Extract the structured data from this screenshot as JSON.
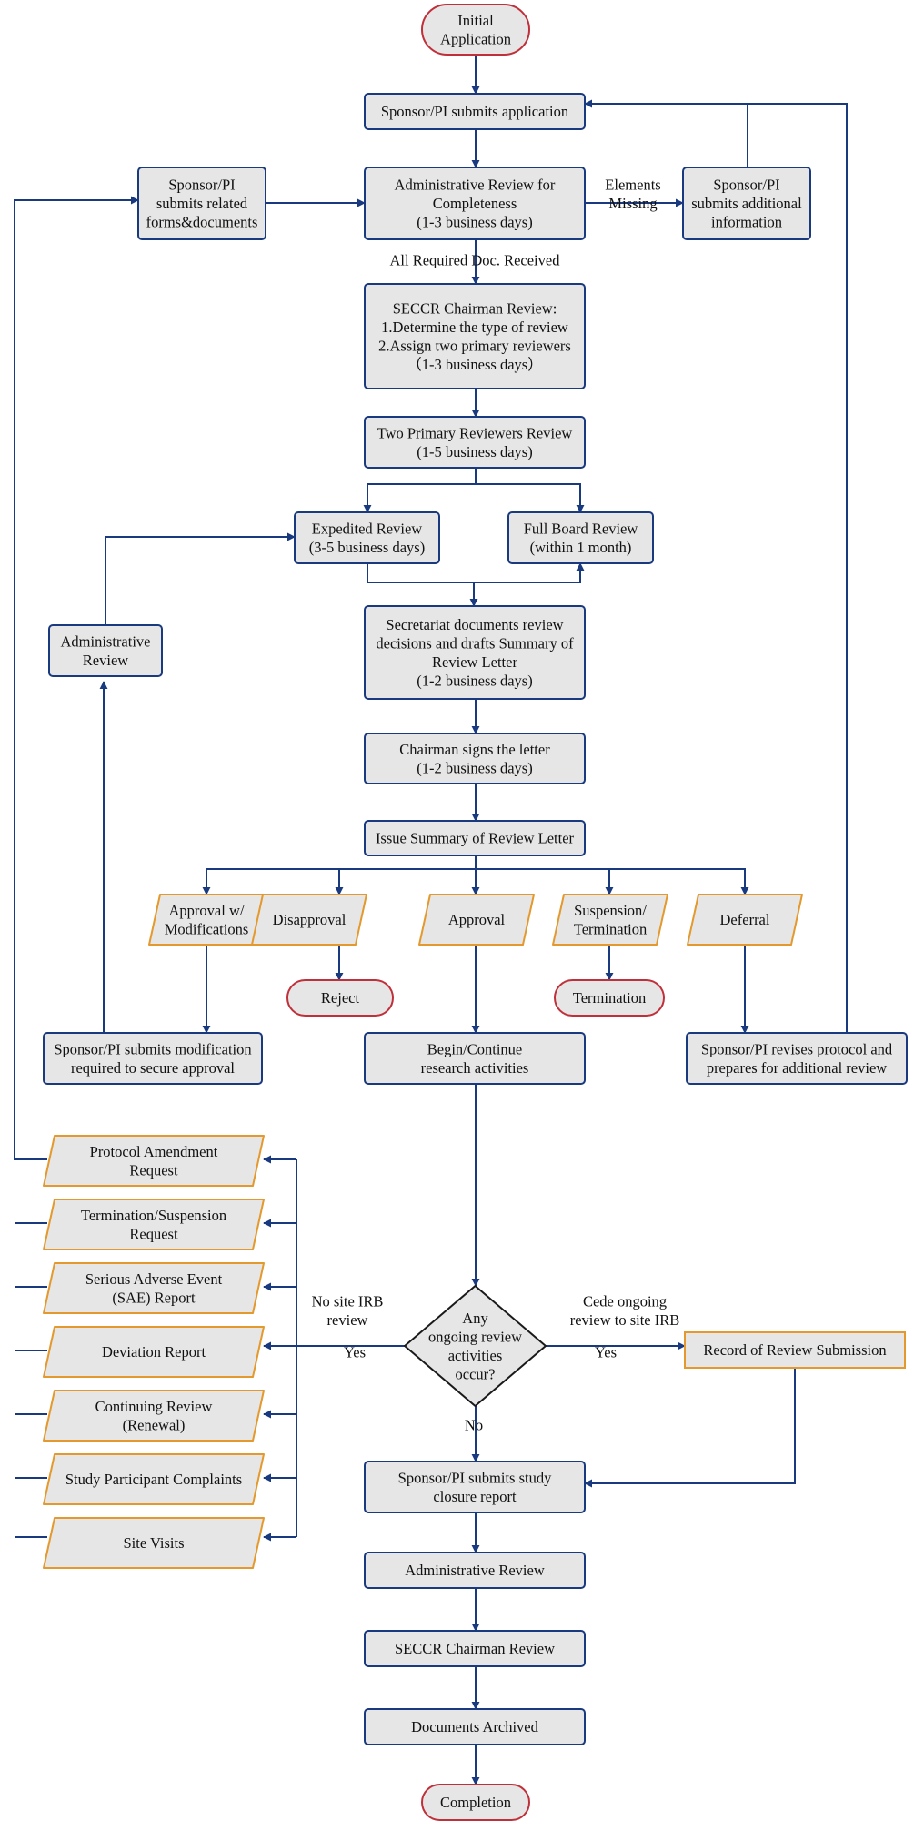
{
  "colors": {
    "process_border": "#1a3a80",
    "process_fill": "#e6e6e6",
    "terminal_border": "#c0303a",
    "decision_outcome_border": "#e3992d",
    "connector": "#1a3a80"
  },
  "nodes": {
    "initial_application": [
      "Initial",
      "Application"
    ],
    "submit_application": [
      "Sponsor/PI submits application"
    ],
    "submit_related_forms": [
      "Sponsor/PI",
      "submits related",
      "forms&documents"
    ],
    "admin_review_completeness": [
      "Administrative Review for",
      "Completeness",
      "(1-3 business days)"
    ],
    "submit_additional_info": [
      "Sponsor/PI",
      "submits additional",
      "information"
    ],
    "chairman_review": [
      "SECCR Chairman Review:",
      "1.Determine the type of review",
      "2.Assign two primary reviewers",
      "（1-3 business days）"
    ],
    "two_reviewers": [
      "Two Primary Reviewers Review",
      "(1-5 business days)"
    ],
    "expedited_review": [
      "Expedited Review",
      "(3-5 business days)"
    ],
    "full_board_review": [
      "Full Board Review",
      "(within 1 month)"
    ],
    "administrative_review_loop": [
      "Administrative",
      "Review"
    ],
    "secretariat_documents": [
      "Secretariat documents review",
      "decisions and drafts Summary of",
      "Review Letter",
      "(1-2 business days)"
    ],
    "chairman_signs": [
      "Chairman signs the letter",
      "(1-2 business days)"
    ],
    "issue_summary": [
      "Issue Summary of Review Letter"
    ],
    "approval_with_modifications": [
      "Approval w/",
      "Modifications"
    ],
    "disapproval": [
      "Disapproval"
    ],
    "approval": [
      "Approval"
    ],
    "suspension_termination": [
      "Suspension/",
      "Termination"
    ],
    "deferral": [
      "Deferral"
    ],
    "reject": [
      "Reject"
    ],
    "termination": [
      "Termination"
    ],
    "submit_modification": [
      "Sponsor/PI submits modification",
      "required to secure approval"
    ],
    "begin_continue_research": [
      "Begin/Continue",
      "research activities"
    ],
    "revise_protocol": [
      "Sponsor/PI revises protocol and",
      "prepares for additional review"
    ],
    "protocol_amendment": [
      "Protocol Amendment",
      "Request"
    ],
    "termination_suspension_request": [
      "Termination/Suspension",
      "Request"
    ],
    "sae_report": [
      "Serious Adverse Event",
      "(SAE) Report"
    ],
    "deviation_report": [
      "Deviation Report"
    ],
    "continuing_review": [
      "Continuing Review",
      "(Renewal)"
    ],
    "participant_complaints": [
      "Study Participant Complaints"
    ],
    "site_visits": [
      "Site Visits"
    ],
    "ongoing_review_decision": [
      "Any",
      "ongoing review",
      "activities",
      "occur?"
    ],
    "record_of_review_submission": [
      "Record of Review Submission"
    ],
    "closure_report": [
      "Sponsor/PI submits study",
      "closure report"
    ],
    "final_admin_review": [
      "Administrative Review"
    ],
    "final_chairman_review": [
      "SECCR Chairman Review"
    ],
    "documents_archived": [
      "Documents Archived"
    ],
    "completion": [
      "Completion"
    ]
  },
  "edge_labels": {
    "elements_missing": [
      "Elements",
      "Missing"
    ],
    "all_docs_received": [
      "All Required Doc. Received"
    ],
    "no_site_irb": [
      "No site IRB",
      "review"
    ],
    "yes_left": [
      "Yes"
    ],
    "cede_to_site_irb": [
      "Cede ongoing",
      "review to site IRB"
    ],
    "yes_right": [
      "Yes"
    ],
    "no_down": [
      "No"
    ]
  }
}
